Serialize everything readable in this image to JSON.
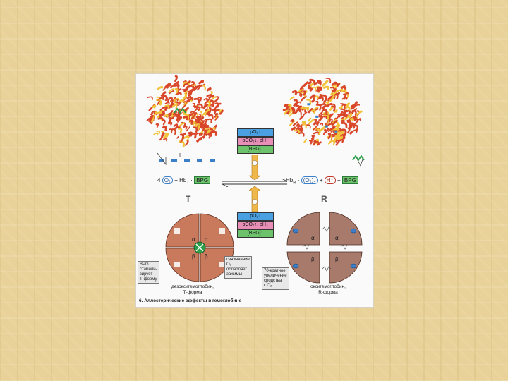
{
  "slide": {
    "figure": {
      "caption": "6. Аллостерические эффекты в гемоглобине",
      "equation": {
        "left": [
          "4",
          "O₂",
          "+",
          "Hb",
          "T",
          "·",
          "BPG"
        ],
        "right": [
          "Hb",
          "R",
          "·",
          "(O₂)₄",
          "+",
          "H⁺",
          "+",
          "BPG"
        ]
      },
      "state_labels": {
        "t": "T",
        "r": "R"
      },
      "top_boxes": [
        "pO₂↑",
        "pCO₂↓, pH↑",
        "[BPG]↓"
      ],
      "bottom_boxes": [
        "pO₂↓",
        "pCO₂↑, pH↓",
        "[BPG]↑"
      ],
      "deoxy_label": [
        "дезоксигемоглобин,",
        "Т-форма"
      ],
      "oxy_label": [
        "оксигемоглобин,",
        "R-форма"
      ],
      "note_bpg": "BPG\nстабили-\nзирует\nТ-форму",
      "note_binding": "связывание\nO₂\nослабляет\nзажимы",
      "note_affinity": "70-кратное\nувеличение\nсродства\nк O₂",
      "subunits": {
        "alpha": "α",
        "beta": "β"
      },
      "colors": {
        "protein_red": "#d9472b",
        "protein_yellow": "#f2c23b",
        "box_blue": "#4aa0e0",
        "box_pink": "#e88fb8",
        "box_green": "#6cc36c",
        "arrow_yellow": "#f0b84a",
        "deoxy_subunit": "#c97a5c",
        "oxy_subunit": "#a87a6c",
        "bpg_green": "#2b9e4a",
        "oxygen_blue": "#3a7fc8"
      }
    }
  }
}
